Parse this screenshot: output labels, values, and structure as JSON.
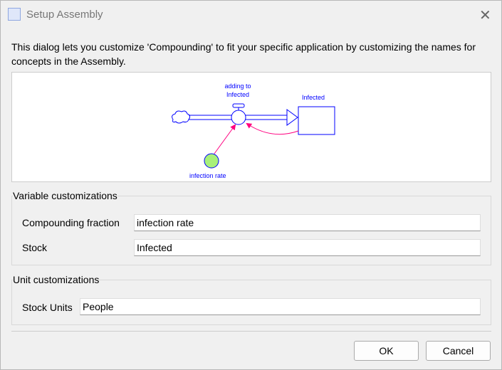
{
  "window": {
    "title": "Setup Assembly",
    "icon": "assembly-icon"
  },
  "description": "This dialog lets you customize 'Compounding' to fit your specific application by customizing the names for concepts in the Assembly.",
  "diagram": {
    "flow_label_1": "adding to",
    "flow_label_2": "Infected",
    "stock_label": "Infected",
    "aux_label": "infection rate",
    "label_color": "#0000ff",
    "link_color": "#ff0080",
    "aux_fill": "#a8f07a"
  },
  "variable_group": {
    "label": "Variable customizations",
    "fields": [
      {
        "label": "Compounding fraction",
        "value": "infection rate"
      },
      {
        "label": "Stock",
        "value": "Infected"
      }
    ]
  },
  "unit_group": {
    "label": "Unit customizations",
    "fields": [
      {
        "label": "Stock Units",
        "value": "People"
      }
    ]
  },
  "buttons": {
    "ok": "OK",
    "cancel": "Cancel"
  }
}
